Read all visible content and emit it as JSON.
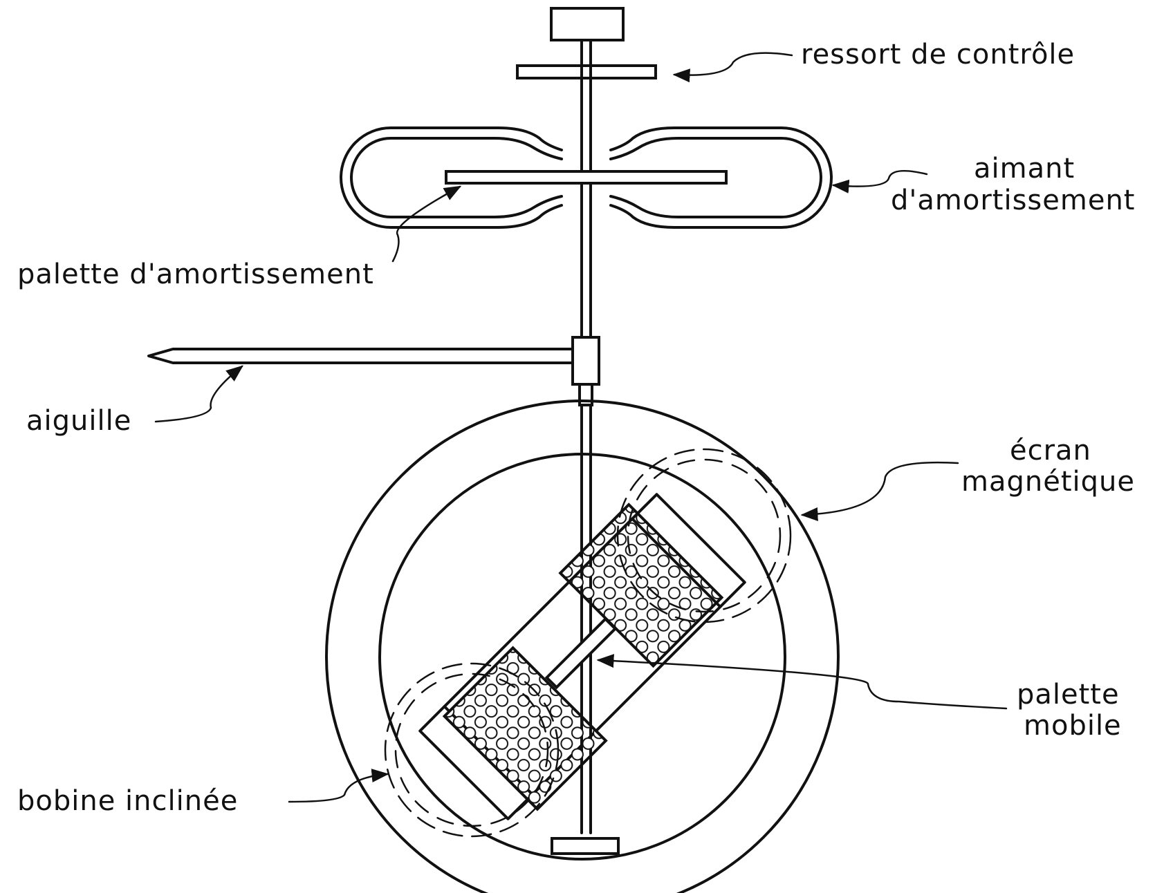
{
  "labels": {
    "control_spring": "ressort de contrôle",
    "damping_magnet_line1": "aimant",
    "damping_magnet_line2": "d'amortissement",
    "damping_vane": "palette d'amortissement",
    "pointer": "aiguille",
    "magnetic_shield_line1": "écran",
    "magnetic_shield_line2": "magnétique",
    "moving_vane_line1": "palette",
    "moving_vane_line2": "mobile",
    "inclined_coil": "bobine inclinée"
  },
  "colors": {
    "ink": "#111111",
    "background": "#ffffff"
  }
}
